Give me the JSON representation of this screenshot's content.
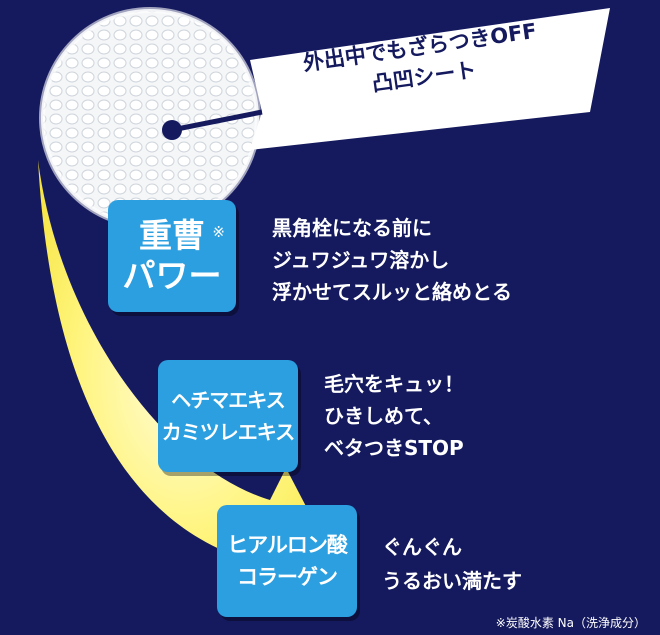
{
  "banner": {
    "line1": "外出中でもざらつきOFF",
    "line2": "凸凹シート"
  },
  "features": [
    {
      "badge_lines": [
        "重曹",
        "パワー"
      ],
      "badge_mark": "※",
      "desc_lines": [
        "黒角栓になる前に",
        "ジュワジュワ溶かし",
        "浮かせてスルッと絡めとる"
      ]
    },
    {
      "badge_lines": [
        "ヘチマエキス",
        "カミツレエキス"
      ],
      "desc_lines": [
        "毛穴をキュッ！",
        "ひきしめて、",
        "ベタつきSTOP"
      ]
    },
    {
      "badge_lines": [
        "ヒアルロン酸",
        "コラーゲン"
      ],
      "desc_lines": [
        "ぐんぐん",
        "うるおい満たす"
      ]
    }
  ],
  "footnote": "※炭酸水素 Na（洗浄成分）",
  "colors": {
    "background": "#151a5e",
    "badge": "#2b9fe0",
    "arrow": "#fff04a",
    "banner": "#ffffff"
  }
}
